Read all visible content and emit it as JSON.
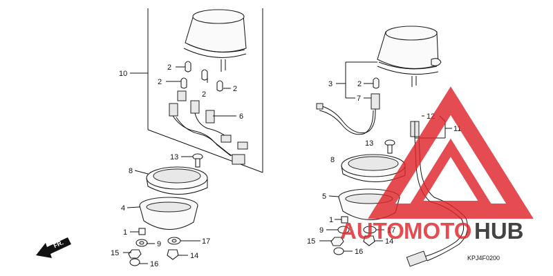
{
  "callouts": {
    "l10": "10",
    "l2a": "2",
    "l2b": "2",
    "l2c": "2",
    "l2d": "2",
    "l6": "6",
    "l13": "13",
    "l8": "8",
    "l4": "4",
    "l1": "1",
    "l9": "9",
    "l17": "17",
    "l15": "15",
    "l14": "14",
    "l16": "16",
    "r3": "3",
    "r2": "2",
    "r7": "7",
    "r13": "13",
    "r12": "12",
    "r11": "11",
    "r8": "8",
    "r5": "5",
    "r1": "1",
    "r9": "9",
    "r17": "17",
    "r15": "15",
    "r14": "14",
    "r16": "16"
  },
  "direction_marker": "FR.",
  "diagram_code": "KPJ4F0200",
  "watermark": {
    "brand_left": "AUTO",
    "brand_middle": "MOTO",
    "brand_right": "HUB",
    "accent_color": "#e0262b",
    "dark_color": "#1a1a1a"
  }
}
